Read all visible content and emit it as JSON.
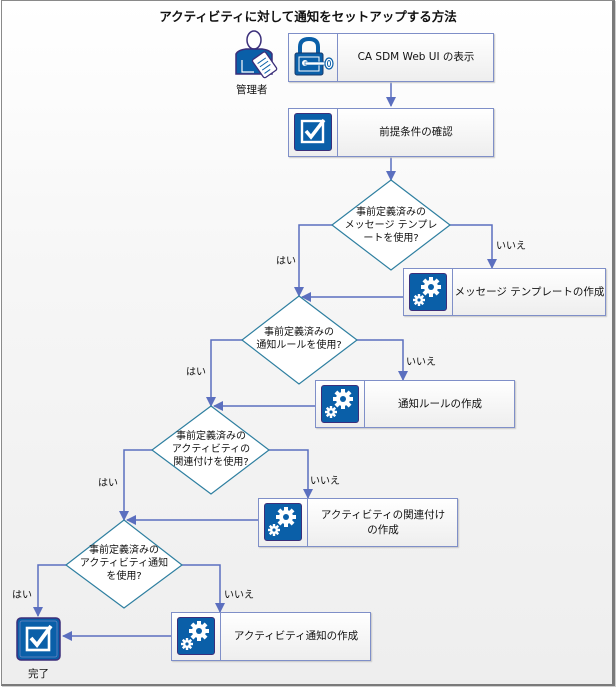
{
  "title": "アクティビティに対して通知をセットアップする方法",
  "actor": {
    "label": "管理者",
    "icon": "administrator-icon"
  },
  "steps": [
    {
      "id": "view-web-ui",
      "label": "CA SDM Web UI の表示",
      "icon": "lock-key-icon"
    },
    {
      "id": "verify-prereq",
      "label": "前提条件の確認",
      "icon": "checkbox-icon"
    },
    {
      "id": "create-message-template",
      "label": "メッセージ テンプレートの作成",
      "icon": "gears-icon"
    },
    {
      "id": "create-notification-rule",
      "label": "通知ルールの作成",
      "icon": "gears-icon"
    },
    {
      "id": "create-activity-association",
      "label_line1": "アクティビティの関連付け",
      "label_line2": "の作成",
      "icon": "gears-icon"
    },
    {
      "id": "create-activity-notification",
      "label": "アクティビティ通知の作成",
      "icon": "gears-icon"
    }
  ],
  "decisions": [
    {
      "lines": [
        "事前定義済みの",
        "メッセージ テンプレ",
        "ートを使用?"
      ],
      "yes": "はい",
      "no": "いいえ"
    },
    {
      "lines": [
        "事前定義済みの",
        "通知ルールを使用?"
      ],
      "yes": "はい",
      "no": "いいえ"
    },
    {
      "lines": [
        "事前定義済みの",
        "アクティビティの",
        "関連付けを使用?"
      ],
      "yes": "はい",
      "no": "いいえ"
    },
    {
      "lines": [
        "事前定義済みの",
        "アクティビティ通知",
        "を使用?"
      ],
      "yes": "はい",
      "no": "いいえ"
    }
  ],
  "end": {
    "label": "完了",
    "icon": "checkbox-icon"
  },
  "colors": {
    "line": "#5b6fbf",
    "diamond": "#2e7fa0",
    "icon_bg": "#0a5fa8",
    "box_border": "#7f8fc8"
  }
}
